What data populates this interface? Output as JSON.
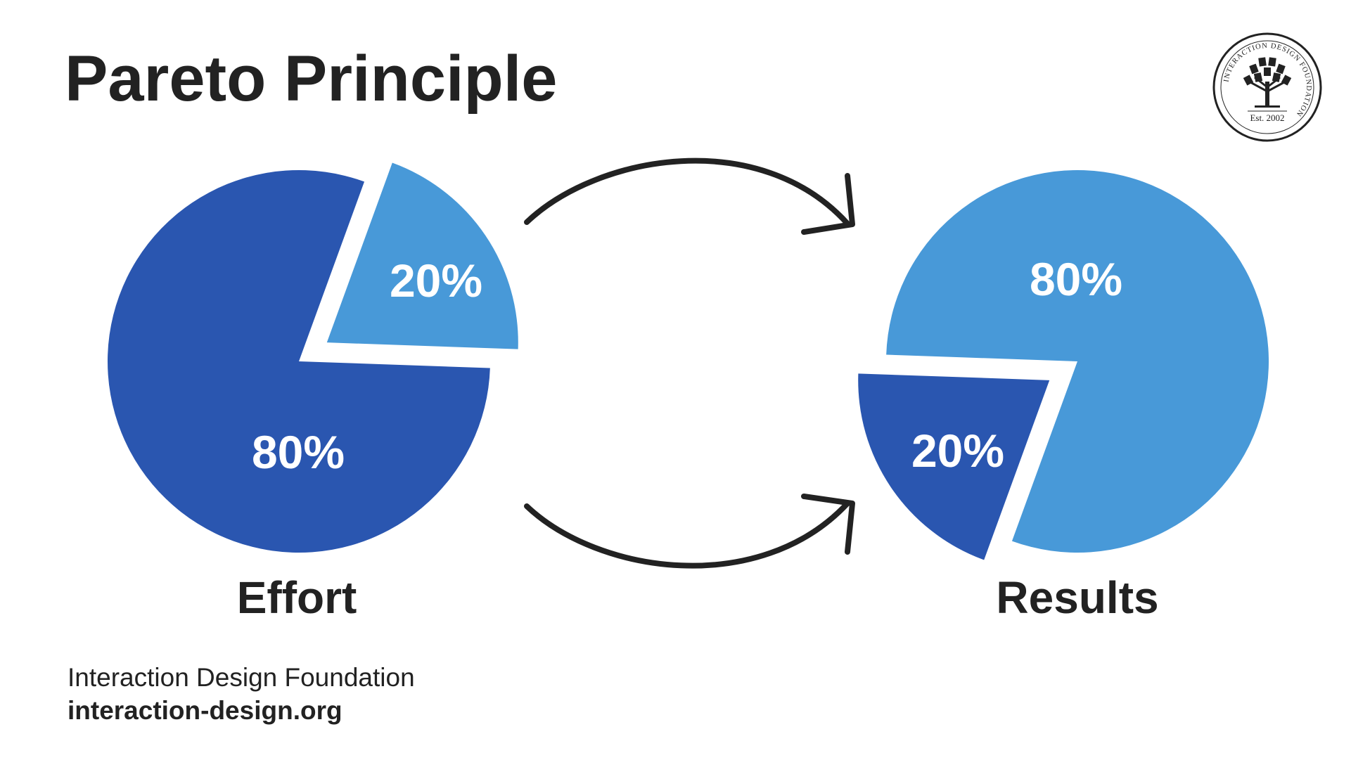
{
  "title": "Pareto Principle",
  "logo": {
    "ring_text": "INTERACTION DESIGN FOUNDATION",
    "est_text": "Est. 2002",
    "icon": "tree-books-icon"
  },
  "colors": {
    "dark_blue": "#2A56B0",
    "light_blue": "#4899D8",
    "text": "#222222"
  },
  "chart_data": [
    {
      "type": "pie",
      "label": "Effort",
      "slices": [
        {
          "label": "20%",
          "value": 20,
          "exploded": true,
          "color": "#4899D8"
        },
        {
          "label": "80%",
          "value": 80,
          "exploded": false,
          "color": "#2A56B0"
        }
      ]
    },
    {
      "type": "pie",
      "label": "Results",
      "slices": [
        {
          "label": "80%",
          "value": 80,
          "exploded": false,
          "color": "#4899D8"
        },
        {
          "label": "20%",
          "value": 20,
          "exploded": true,
          "color": "#2A56B0"
        }
      ]
    }
  ],
  "arrows": [
    {
      "icon": "curved-arrow-top-icon"
    },
    {
      "icon": "curved-arrow-bottom-icon"
    }
  ],
  "footer": {
    "name": "Interaction Design Foundation",
    "url": "interaction-design.org"
  }
}
